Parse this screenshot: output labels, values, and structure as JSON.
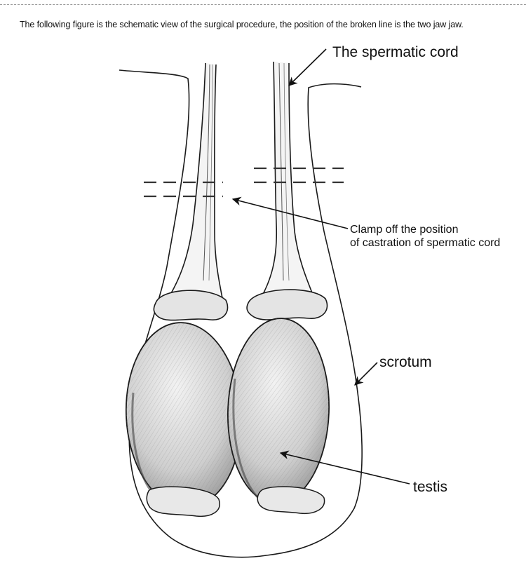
{
  "caption": "The following figure is the schematic view of the surgical procedure, the position of the broken line is the two jaw jaw.",
  "labels": {
    "spermatic_cord": "The spermatic cord",
    "clamp_line1": "Clamp off the position",
    "clamp_line2": "of castration of spermatic cord",
    "scrotum": "scrotum",
    "testis": "testis"
  },
  "colors": {
    "ink": "#1a1a1a",
    "shade": "#6a6a6a",
    "testis_fill": "#d9d9d9",
    "background": "#ffffff"
  }
}
